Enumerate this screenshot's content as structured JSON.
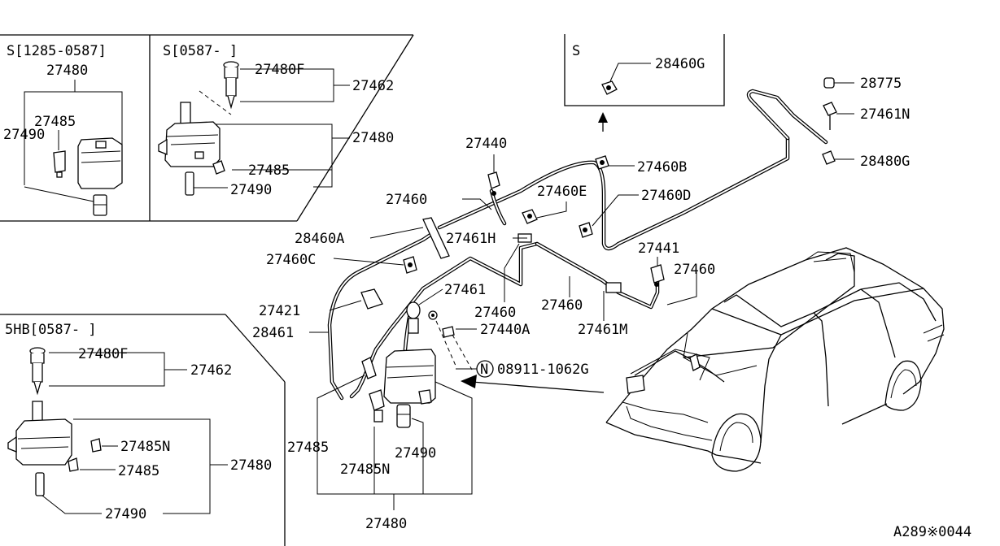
{
  "diagram_id": "A289※0044",
  "insets": {
    "s_1285_0587": {
      "header": "S[1285-0587]",
      "labels": [
        "27480",
        "27485",
        "27490"
      ]
    },
    "s_0587": {
      "header": "S[0587-  ]",
      "labels": [
        "27480F",
        "27462",
        "27480",
        "27485",
        "27490"
      ]
    },
    "s_top": {
      "header": "S",
      "labels": [
        "28460G"
      ]
    },
    "hb_0587": {
      "header": "5HB[0587-  ]",
      "labels": [
        "27480F",
        "27462",
        "27485N",
        "27485",
        "27480",
        "27490"
      ]
    }
  },
  "main_labels": {
    "l27440": "27440",
    "l27460a": "27460",
    "l27460e": "27460E",
    "l27460d": "27460D",
    "l27460b": "27460B",
    "l28460a": "28460A",
    "l27461h": "27461H",
    "l27460c": "27460C",
    "l27441": "27441",
    "l27460b2": "27460",
    "l27421": "27421",
    "l27461": "27461",
    "l27460c2": "27460",
    "l27460d2": "27460",
    "l28461": "28461",
    "l27440a": "27440A",
    "l27461m": "27461M",
    "l08911": "08911-1062G",
    "l_n": "N",
    "l27485": "27485",
    "l27490": "27490",
    "l27485n": "27485N",
    "l27480": "27480"
  },
  "nozzle_labels": [
    "28775",
    "27461N",
    "28480G"
  ]
}
